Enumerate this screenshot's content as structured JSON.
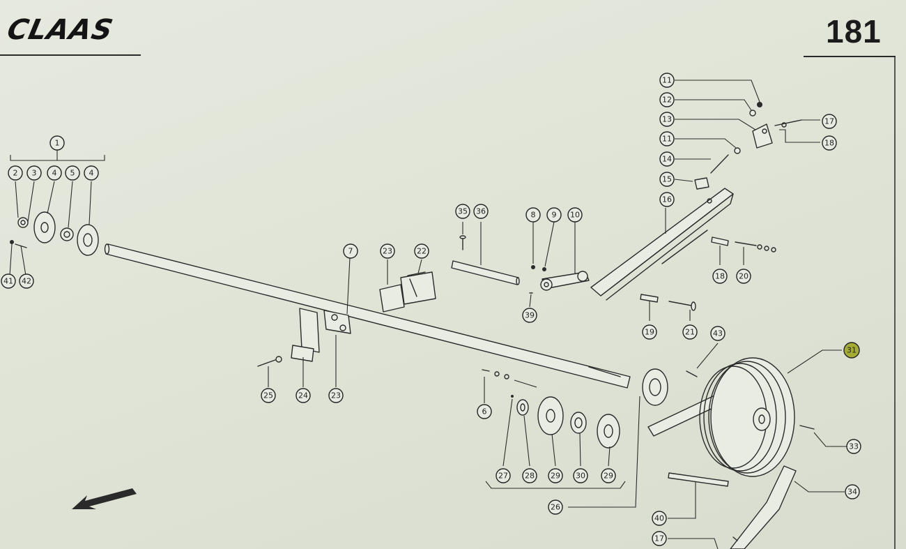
{
  "header": {
    "brand": "CLAAS",
    "page_number": "181"
  },
  "callouts": [
    {
      "id": "c1",
      "label": "1"
    },
    {
      "id": "c2",
      "label": "2"
    },
    {
      "id": "c3",
      "label": "3"
    },
    {
      "id": "c4a",
      "label": "4"
    },
    {
      "id": "c5",
      "label": "5"
    },
    {
      "id": "c4b",
      "label": "4"
    },
    {
      "id": "c41",
      "label": "41"
    },
    {
      "id": "c42",
      "label": "42"
    },
    {
      "id": "c7",
      "label": "7"
    },
    {
      "id": "c23a",
      "label": "23"
    },
    {
      "id": "c22",
      "label": "22"
    },
    {
      "id": "c35",
      "label": "35"
    },
    {
      "id": "c36",
      "label": "36"
    },
    {
      "id": "c8",
      "label": "8"
    },
    {
      "id": "c9",
      "label": "9"
    },
    {
      "id": "c10",
      "label": "10"
    },
    {
      "id": "c39",
      "label": "39"
    },
    {
      "id": "c11a",
      "label": "11"
    },
    {
      "id": "c12",
      "label": "12"
    },
    {
      "id": "c13",
      "label": "13"
    },
    {
      "id": "c11b",
      "label": "11"
    },
    {
      "id": "c14",
      "label": "14"
    },
    {
      "id": "c15",
      "label": "15"
    },
    {
      "id": "c16",
      "label": "16"
    },
    {
      "id": "c17a",
      "label": "17"
    },
    {
      "id": "c18a",
      "label": "18"
    },
    {
      "id": "c18b",
      "label": "18"
    },
    {
      "id": "c20",
      "label": "20"
    },
    {
      "id": "c19",
      "label": "19"
    },
    {
      "id": "c21",
      "label": "21"
    },
    {
      "id": "c43",
      "label": "43"
    },
    {
      "id": "c31",
      "label": "31",
      "highlight": true
    },
    {
      "id": "c25",
      "label": "25"
    },
    {
      "id": "c24",
      "label": "24"
    },
    {
      "id": "c23b",
      "label": "23"
    },
    {
      "id": "c6",
      "label": "6"
    },
    {
      "id": "c27",
      "label": "27"
    },
    {
      "id": "c28",
      "label": "28"
    },
    {
      "id": "c29a",
      "label": "29"
    },
    {
      "id": "c30",
      "label": "30"
    },
    {
      "id": "c29b",
      "label": "29"
    },
    {
      "id": "c26",
      "label": "26"
    },
    {
      "id": "c33",
      "label": "33"
    },
    {
      "id": "c34",
      "label": "34"
    },
    {
      "id": "c40",
      "label": "40"
    },
    {
      "id": "c17b",
      "label": "17"
    }
  ],
  "colors": {
    "ink": "#2a2a2a",
    "paper": "#e3e6da",
    "highlight": "#a3ad35"
  }
}
